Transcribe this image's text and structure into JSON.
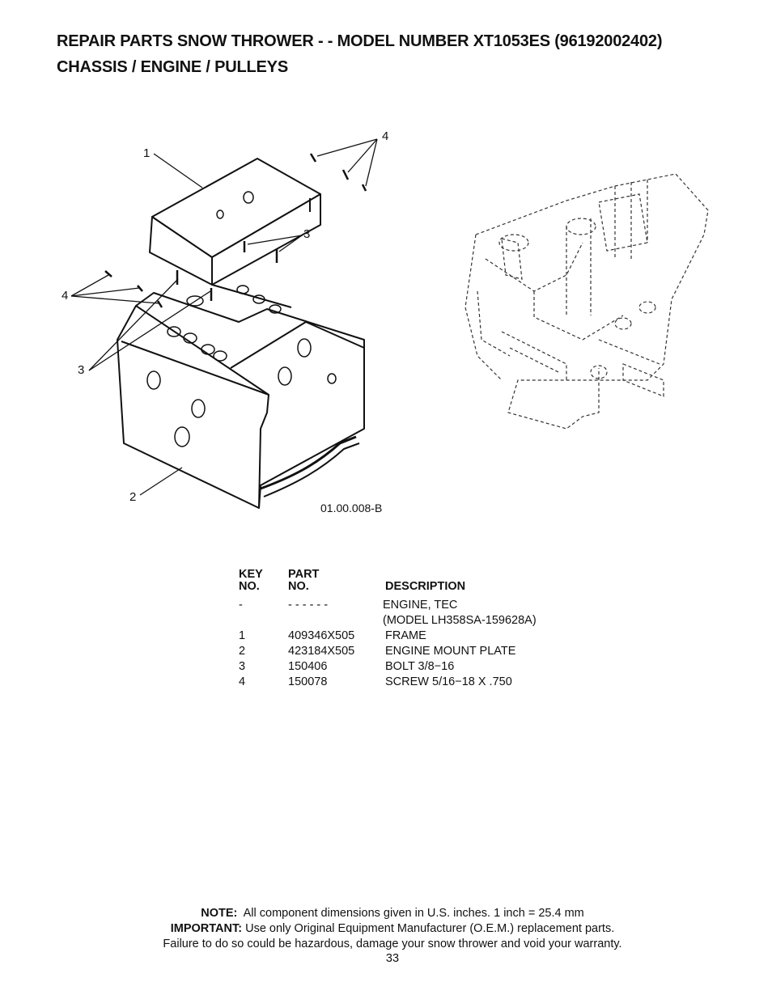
{
  "header": {
    "title_line1": "REPAIR PARTS  SNOW THROWER - - MODEL NUMBER  XT1053ES (96192002402)",
    "title_line2": "CHASSIS / ENGINE / PULLEYS"
  },
  "diagram": {
    "callouts": [
      "1",
      "2",
      "3",
      "3",
      "4",
      "4"
    ],
    "reference_code": "01.00.008-B"
  },
  "parts_table": {
    "headers": {
      "key_line1": "KEY",
      "key_line2": "NO.",
      "part_line1": "PART",
      "part_line2": "NO.",
      "description": "DESCRIPTION"
    },
    "rows": [
      {
        "key": "-",
        "part": "- - - - - -",
        "description": "ENGINE, TEC"
      },
      {
        "key": "",
        "part": "",
        "description": "(MODEL LH358SA-159628A)"
      },
      {
        "key": "1",
        "part": "409346X505",
        "description": "FRAME"
      },
      {
        "key": "2",
        "part": "423184X505",
        "description": "ENGINE MOUNT PLATE"
      },
      {
        "key": "3",
        "part": "150406",
        "description": "BOLT 3/8−16"
      },
      {
        "key": "4",
        "part": "150078",
        "description": "SCREW 5/16−18 X .750"
      }
    ]
  },
  "footer": {
    "note_label": "NOTE:",
    "note_text": "All component dimensions given in U.S. inches.    1 inch = 25.4 mm",
    "important_label": "IMPORTANT:",
    "important_text": "Use only Original Equipment Manufacturer (O.E.M.) replacement parts.",
    "warning_text": "Failure to do so could be hazardous, damage your snow thrower and void your warranty.",
    "page_number": "33"
  }
}
